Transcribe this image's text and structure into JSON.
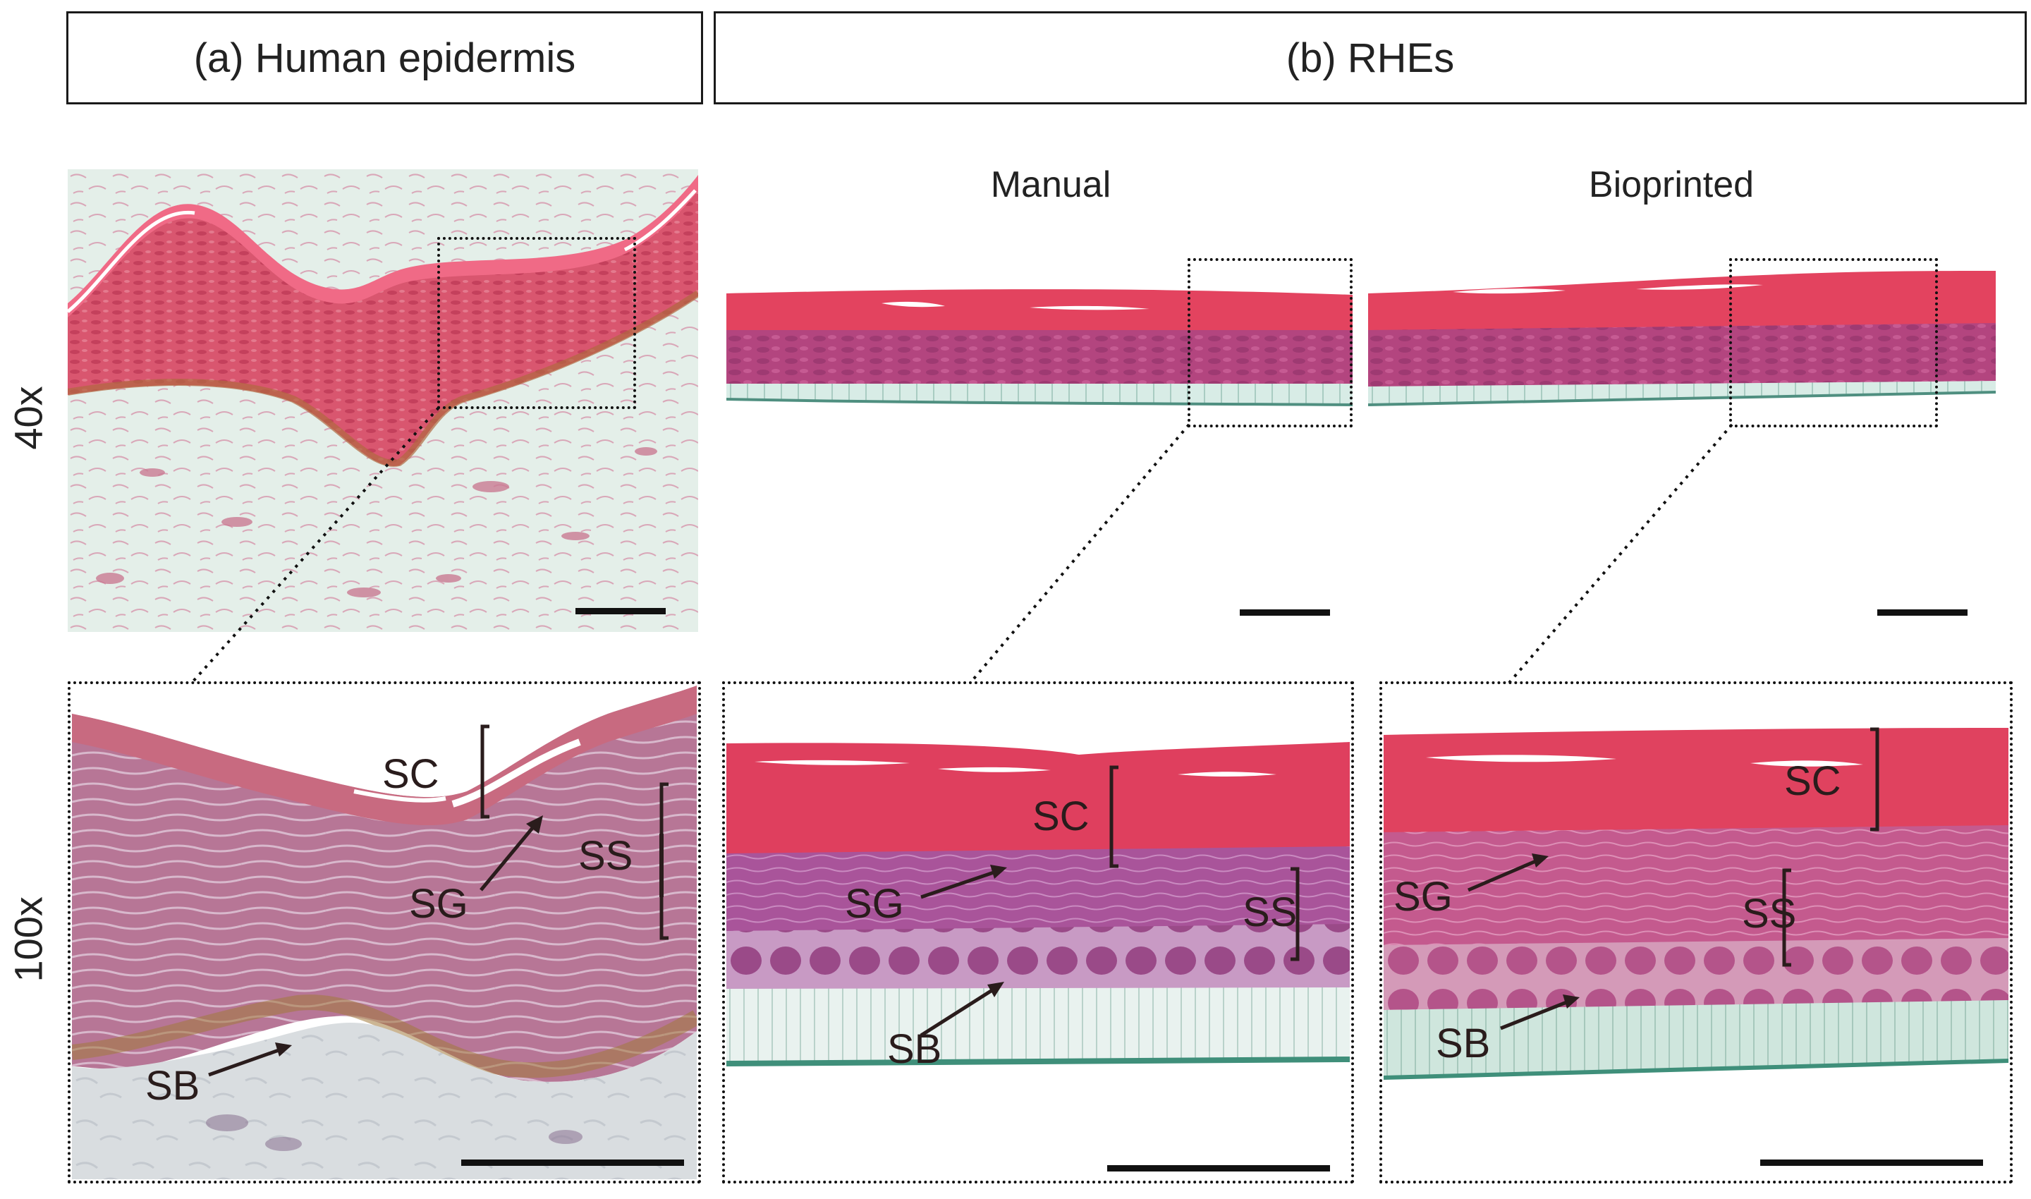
{
  "headers": {
    "a": "(a) Human epidermis",
    "b": "(b) RHEs"
  },
  "columns": {
    "manual": "Manual",
    "bioprinted": "Bioprinted"
  },
  "rows": {
    "low": "40x",
    "high": "100x"
  },
  "layer_labels": {
    "sc": "SC",
    "sg": "SG",
    "ss": "SS",
    "sb": "SB"
  },
  "colors": {
    "stratum_corneum": "#e0405e",
    "epidermis": "#c04a86",
    "dermis": "#dfeee8",
    "membrane": "#cfe8e0",
    "basal_brown": "#a86a3a"
  }
}
